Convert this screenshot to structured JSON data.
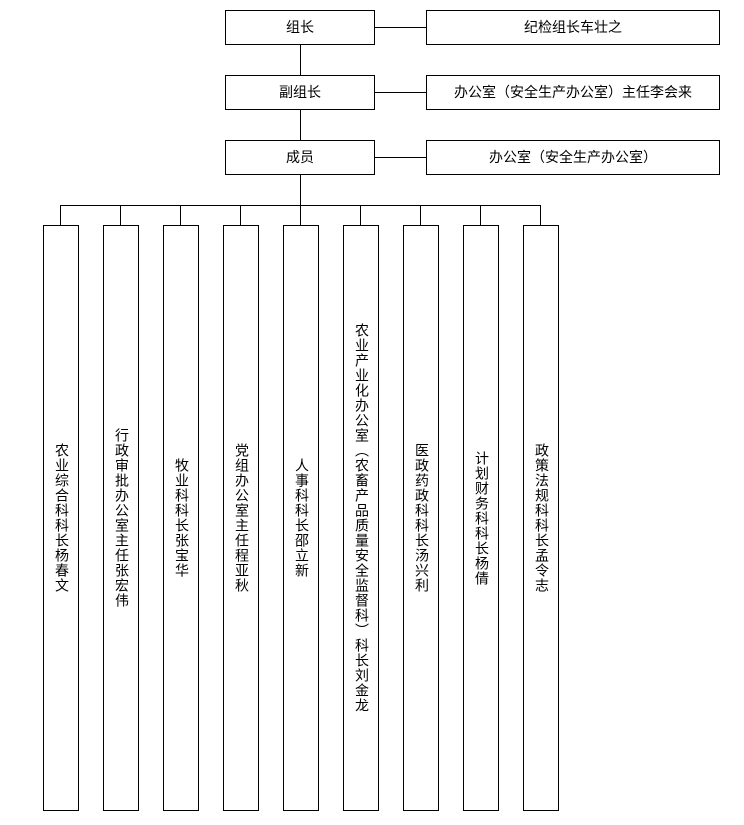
{
  "leader": {
    "label": "组长",
    "member": "纪检组长车壮之"
  },
  "deputy": {
    "label": "副组长",
    "member": "办公室（安全生产办公室）主任李会来"
  },
  "members": {
    "label": "成员",
    "office": "办公室（安全生产办公室）"
  },
  "departments": [
    "农业综合科科长杨春文",
    "行政审批办公室主任张宏伟",
    "牧业科科长张宝华",
    "党组办公室主任程亚秋",
    "人事科科长邵立新",
    "农业产业化办公室（农畜产品质量安全监督科）科长刘金龙",
    "医政药政科科长汤兴利",
    "计划财务科科长杨倩",
    "政策法规科科长孟令志"
  ]
}
